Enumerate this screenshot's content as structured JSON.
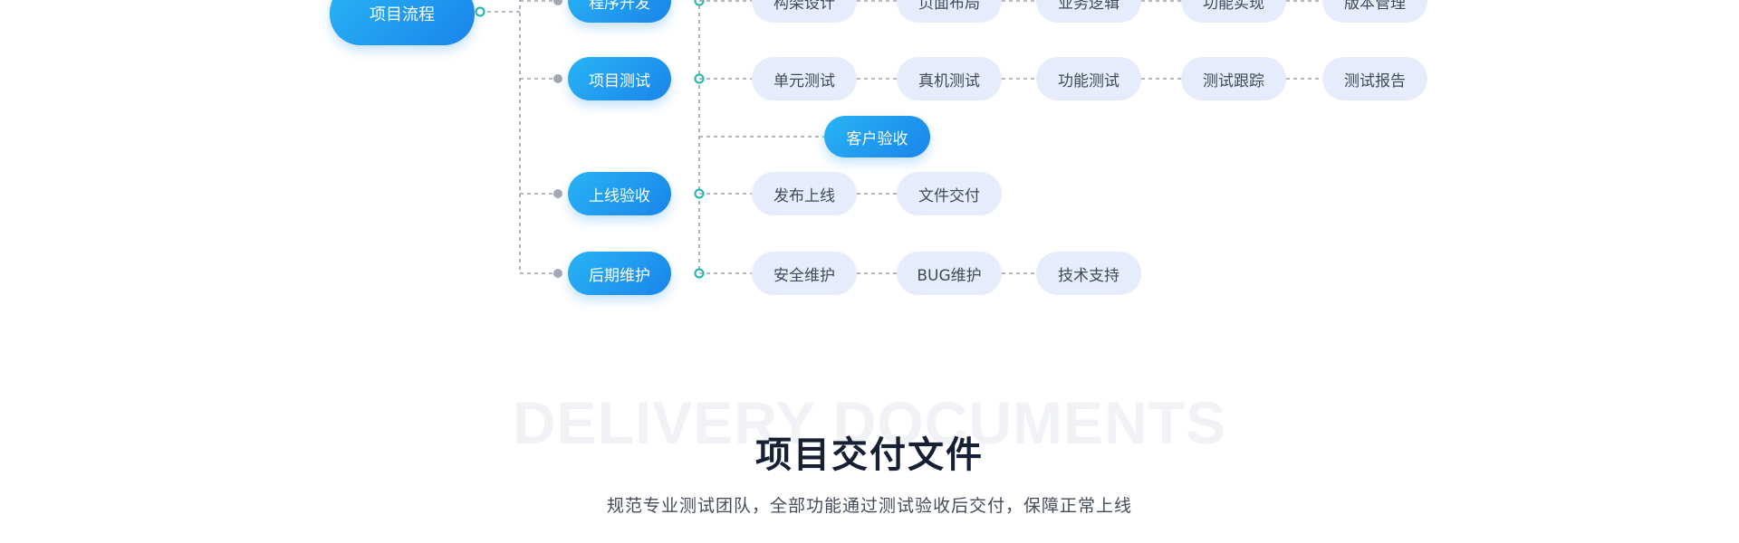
{
  "diagram": {
    "root": "项目流程",
    "stages": [
      {
        "label": "程序开发",
        "steps": [
          "构架设计",
          "页面布局",
          "业务逻辑",
          "功能实现",
          "版本管理"
        ]
      },
      {
        "label": "项目测试",
        "steps": [
          "单元测试",
          "真机测试",
          "功能测试",
          "测试跟踪",
          "测试报告"
        ]
      },
      {
        "label": "上线验收",
        "steps": [
          "发布上线",
          "文件交付"
        ]
      },
      {
        "label": "后期维护",
        "steps": [
          "安全维护",
          "BUG维护",
          "技术支持"
        ]
      }
    ],
    "acceptance": "客户验收"
  },
  "section": {
    "watermark": "DELIVERY DOCUMENTS",
    "title": "项目交付文件",
    "subtitle": "规范专业测试团队，全部功能通过测试验收后交付，保障正常上线"
  },
  "colors": {
    "primary_gradient_start": "#28b4f5",
    "primary_gradient_end": "#1a84ea",
    "secondary_pill": "#e6ecfb",
    "connector": "#9aa0ab",
    "node_dot_gray": "#a4a8b2",
    "node_dot_teal": "#19b6b0",
    "title_text": "#161f33"
  }
}
